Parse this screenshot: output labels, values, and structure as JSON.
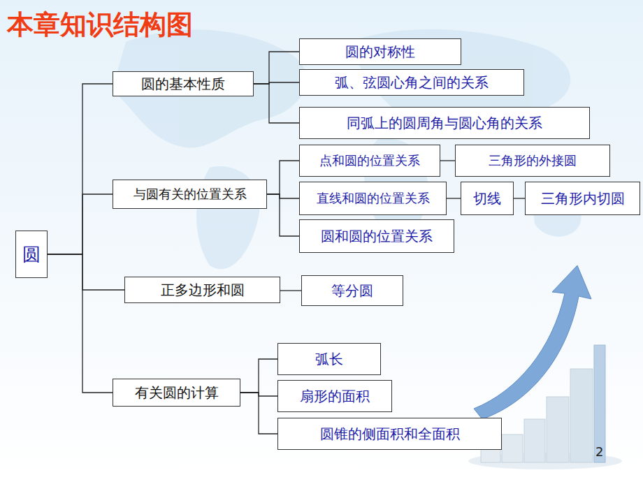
{
  "diagram": {
    "title": "本章知识结构图",
    "nodes": [
      {
        "text": [
          "圆"
        ]
      },
      {
        "text": [
          "圆的基本性质"
        ]
      },
      {
        "text": [
          "圆的对称性"
        ]
      },
      {
        "text": [
          "弧、弦圆心角之间的关系"
        ]
      },
      {
        "text": [
          "同弧上的圆周角与圆心角的关系"
        ]
      },
      {
        "text": [
          "与圆有关的位置关系"
        ]
      },
      {
        "text": [
          "点和圆的位置关系"
        ]
      },
      {
        "text": [
          "三角形的外接圆"
        ]
      },
      {
        "text": [
          "直线和圆的位置关系"
        ]
      },
      {
        "text": [
          "切线"
        ]
      },
      {
        "text": [
          "三角形内切圆"
        ]
      },
      {
        "text": [
          "圆和圆的位置关系"
        ]
      },
      {
        "text": [
          "正多边形和圆"
        ]
      },
      {
        "text": [
          "等分圆"
        ]
      },
      {
        "text": [
          "有关圆的计算"
        ]
      },
      {
        "text": [
          "弧长"
        ]
      },
      {
        "text": [
          "扇形的面积"
        ]
      },
      {
        "text": [
          "圆锥的侧面积和全面积"
        ]
      }
    ],
    "edges": [
      {
        "from": 0,
        "to": 1,
        "arrow": "none"
      },
      {
        "from": 0,
        "to": 5,
        "arrow": "none"
      },
      {
        "from": 0,
        "to": 12,
        "arrow": "none"
      },
      {
        "from": 0,
        "to": 14,
        "arrow": "none"
      },
      {
        "from": 1,
        "to": 2,
        "arrow": "none"
      },
      {
        "from": 1,
        "to": 3,
        "arrow": "none"
      },
      {
        "from": 1,
        "to": 4,
        "arrow": "none"
      },
      {
        "from": 5,
        "to": 6,
        "arrow": "none"
      },
      {
        "from": 5,
        "to": 8,
        "arrow": "none"
      },
      {
        "from": 5,
        "to": 11,
        "arrow": "none"
      },
      {
        "from": 6,
        "to": 7,
        "arrow": "none"
      },
      {
        "from": 8,
        "to": 9,
        "arrow": "none"
      },
      {
        "from": 9,
        "to": 10,
        "arrow": "none"
      },
      {
        "from": 12,
        "to": 13,
        "arrow": "none"
      },
      {
        "from": 14,
        "to": 15,
        "arrow": "none"
      },
      {
        "from": 14,
        "to": 16,
        "arrow": "none"
      },
      {
        "from": 14,
        "to": 17,
        "arrow": "none"
      }
    ],
    "labels": [
      "2"
    ]
  }
}
